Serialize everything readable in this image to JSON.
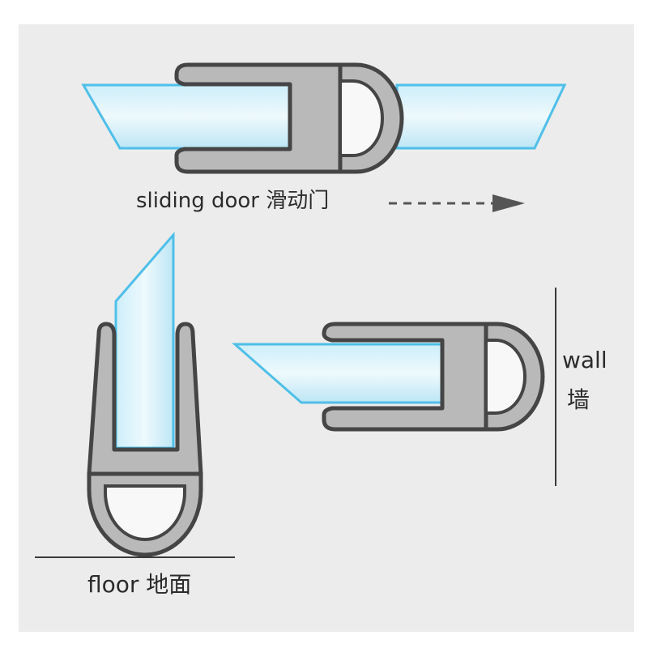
{
  "labels": {
    "sliding_door": "sliding door 滑动门",
    "wall_en": "wall",
    "wall_zh": "墙",
    "floor": "floor 地面"
  },
  "colors": {
    "panel_bg": "#ececec",
    "seal_fill": "#b9b9b9",
    "seal_stroke": "#454545",
    "bulb_fill": "#f8f8f8",
    "glass_light": "#e8f6fc",
    "glass_mid": "#a8dcef",
    "glass_edge": "#4fbfe8",
    "line": "#3a3a3a",
    "arrow": "#555555"
  }
}
